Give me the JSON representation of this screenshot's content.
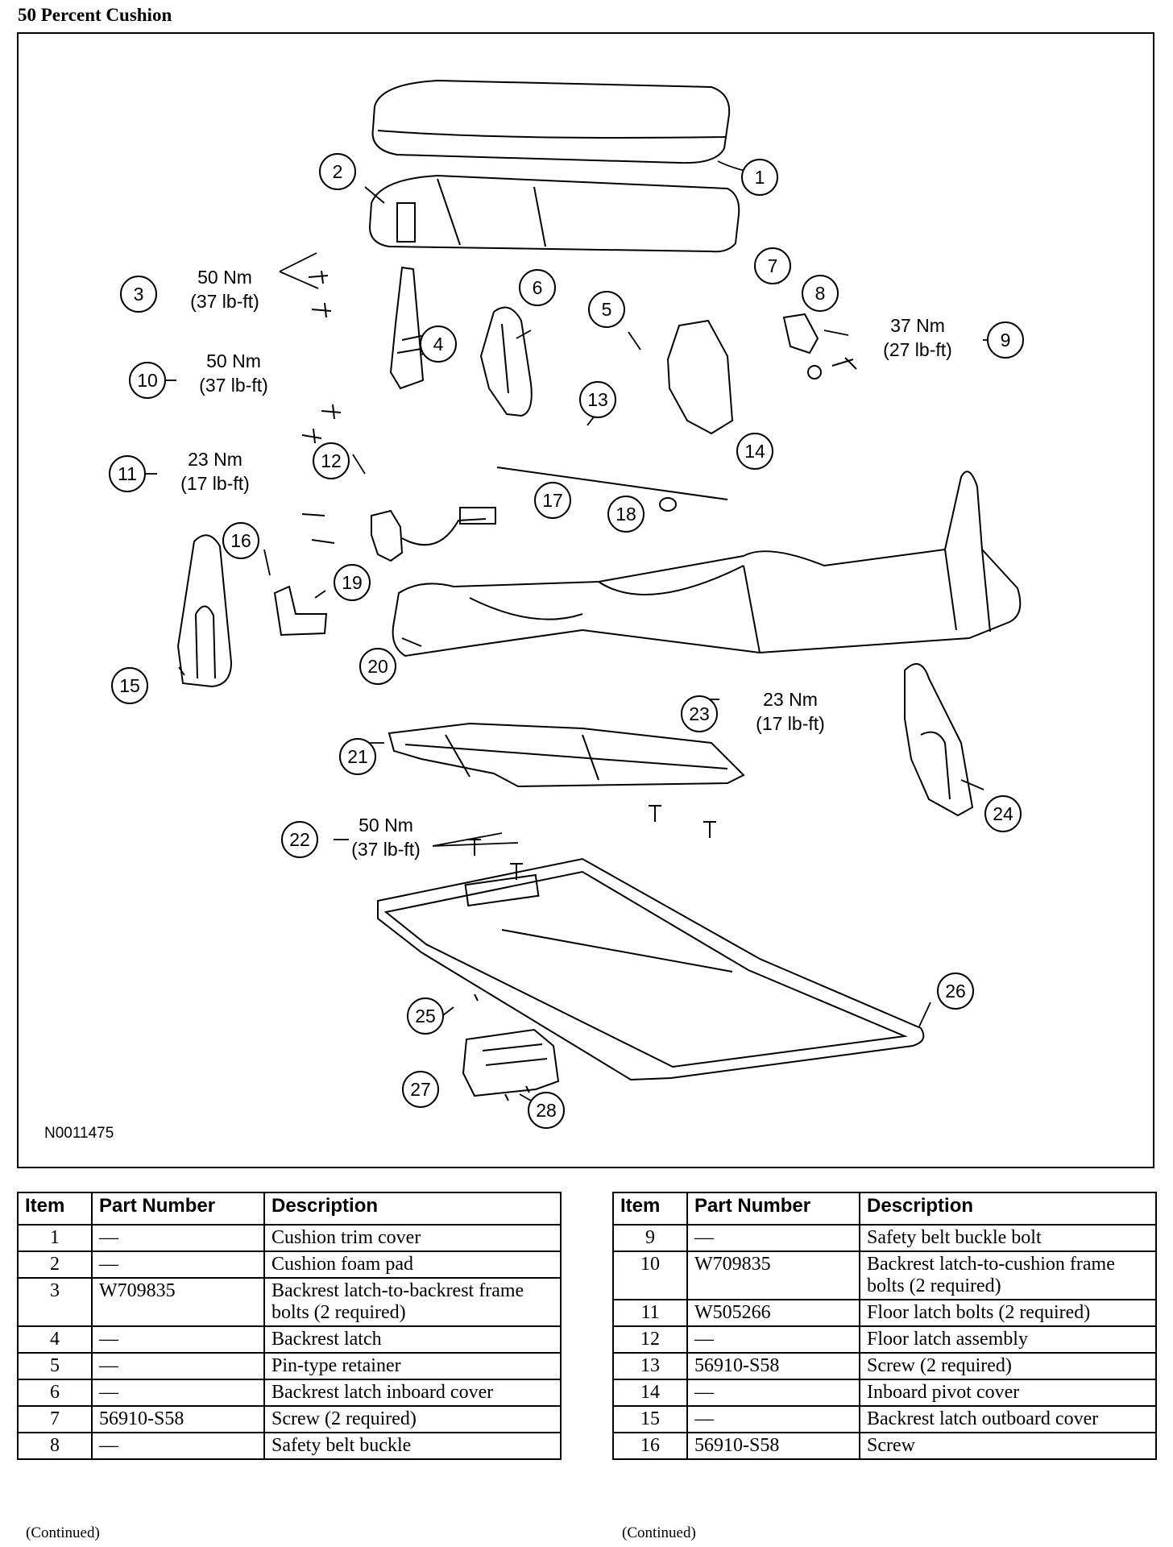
{
  "page": {
    "title": "50 Percent Cushion",
    "drawing_id": "N0011475",
    "continued_label": "(Continued)"
  },
  "diagram": {
    "callouts": [
      "1",
      "2",
      "3",
      "4",
      "5",
      "6",
      "7",
      "8",
      "9",
      "10",
      "11",
      "12",
      "13",
      "14",
      "15",
      "16",
      "17",
      "18",
      "19",
      "20",
      "21",
      "22",
      "23",
      "24",
      "25",
      "26",
      "27",
      "28"
    ],
    "torque_specs": [
      {
        "ref": "3",
        "nm": "50 Nm",
        "lbft": "(37 lb-ft)"
      },
      {
        "ref": "10",
        "nm": "50 Nm",
        "lbft": "(37 lb-ft)"
      },
      {
        "ref": "11",
        "nm": "23 Nm",
        "lbft": "(17 lb-ft)"
      },
      {
        "ref": "9",
        "nm": "37 Nm",
        "lbft": "(27 lb-ft)"
      },
      {
        "ref": "23",
        "nm": "23 Nm",
        "lbft": "(17 lb-ft)"
      },
      {
        "ref": "22",
        "nm": "50 Nm",
        "lbft": "(37 lb-ft)"
      }
    ]
  },
  "table_headers": {
    "item": "Item",
    "part_number": "Part Number",
    "description": "Description"
  },
  "table_left": [
    {
      "item": "1",
      "part": "—",
      "desc": "Cushion trim cover"
    },
    {
      "item": "2",
      "part": "—",
      "desc": "Cushion foam pad"
    },
    {
      "item": "3",
      "part": "W709835",
      "desc": "Backrest latch-to-backrest frame bolts (2 required)"
    },
    {
      "item": "4",
      "part": "—",
      "desc": "Backrest latch"
    },
    {
      "item": "5",
      "part": "—",
      "desc": "Pin-type retainer"
    },
    {
      "item": "6",
      "part": "—",
      "desc": "Backrest latch inboard cover"
    },
    {
      "item": "7",
      "part": "56910-S58",
      "desc": "Screw (2 required)"
    },
    {
      "item": "8",
      "part": "—",
      "desc": "Safety belt buckle"
    }
  ],
  "table_right": [
    {
      "item": "9",
      "part": "—",
      "desc": "Safety belt buckle bolt"
    },
    {
      "item": "10",
      "part": "W709835",
      "desc": "Backrest latch-to-cushion frame bolts (2 required)"
    },
    {
      "item": "11",
      "part": "W505266",
      "desc": "Floor latch bolts (2 required)"
    },
    {
      "item": "12",
      "part": "—",
      "desc": "Floor latch assembly"
    },
    {
      "item": "13",
      "part": "56910-S58",
      "desc": "Screw (2 required)"
    },
    {
      "item": "14",
      "part": "—",
      "desc": "Inboard pivot cover"
    },
    {
      "item": "15",
      "part": "—",
      "desc": "Backrest latch outboard cover"
    },
    {
      "item": "16",
      "part": "56910-S58",
      "desc": "Screw"
    }
  ]
}
